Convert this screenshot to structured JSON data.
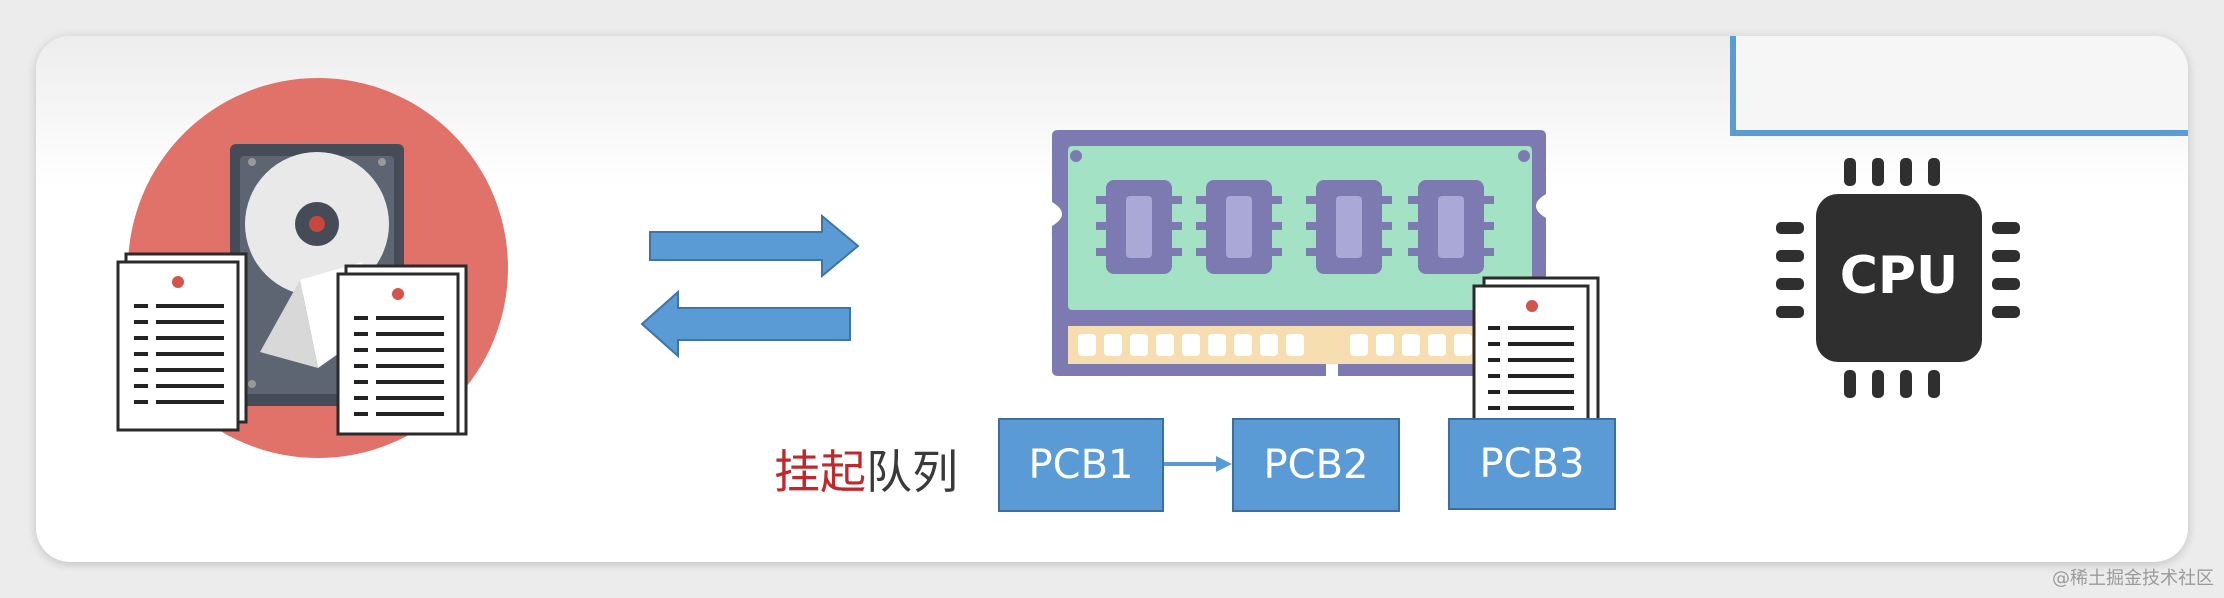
{
  "queue": {
    "label_part1": "挂起",
    "label_part2": "队列",
    "items": [
      "PCB1",
      "PCB2",
      "PCB3"
    ]
  },
  "cpu": {
    "label": "CPU"
  },
  "watermark": "@稀土掘金技术社区",
  "icons": {
    "disk": "hard-disk-icon",
    "memory": "memory-module-icon",
    "processor": "cpu-chip-icon",
    "document": "document-icon",
    "arrow_right": "arrow-right-icon",
    "arrow_left": "arrow-left-icon"
  },
  "colors": {
    "accent_blue": "#5b9bd5",
    "disk_circle": "#e0726a",
    "memory_board": "#a3e2c4",
    "memory_frame": "#7c7ab0",
    "label_red": "#c0292b"
  }
}
